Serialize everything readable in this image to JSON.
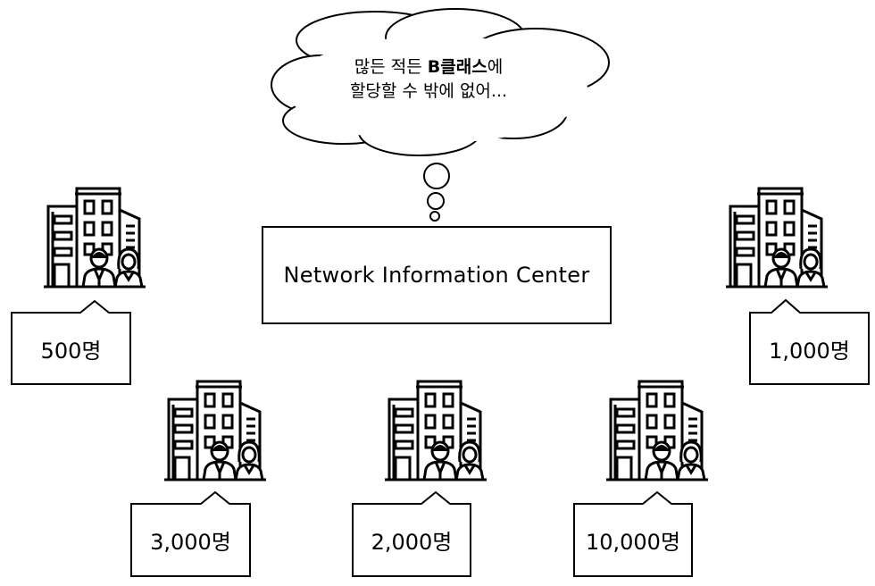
{
  "thought": {
    "line1_pre": "많든 적든 ",
    "line1_bold": "B클래스",
    "line1_post": "에",
    "line2": "할당할 수 밖에 없어..."
  },
  "center_box": {
    "label": "Network Information Center"
  },
  "organizations": [
    {
      "count": "500명"
    },
    {
      "count": "1,000명"
    },
    {
      "count": "3,000명"
    },
    {
      "count": "2,000명"
    },
    {
      "count": "10,000명"
    }
  ],
  "colors": {
    "stroke": "#000000",
    "background": "#ffffff"
  },
  "icons": [
    "building-with-people-icon",
    "thought-cloud-icon"
  ]
}
